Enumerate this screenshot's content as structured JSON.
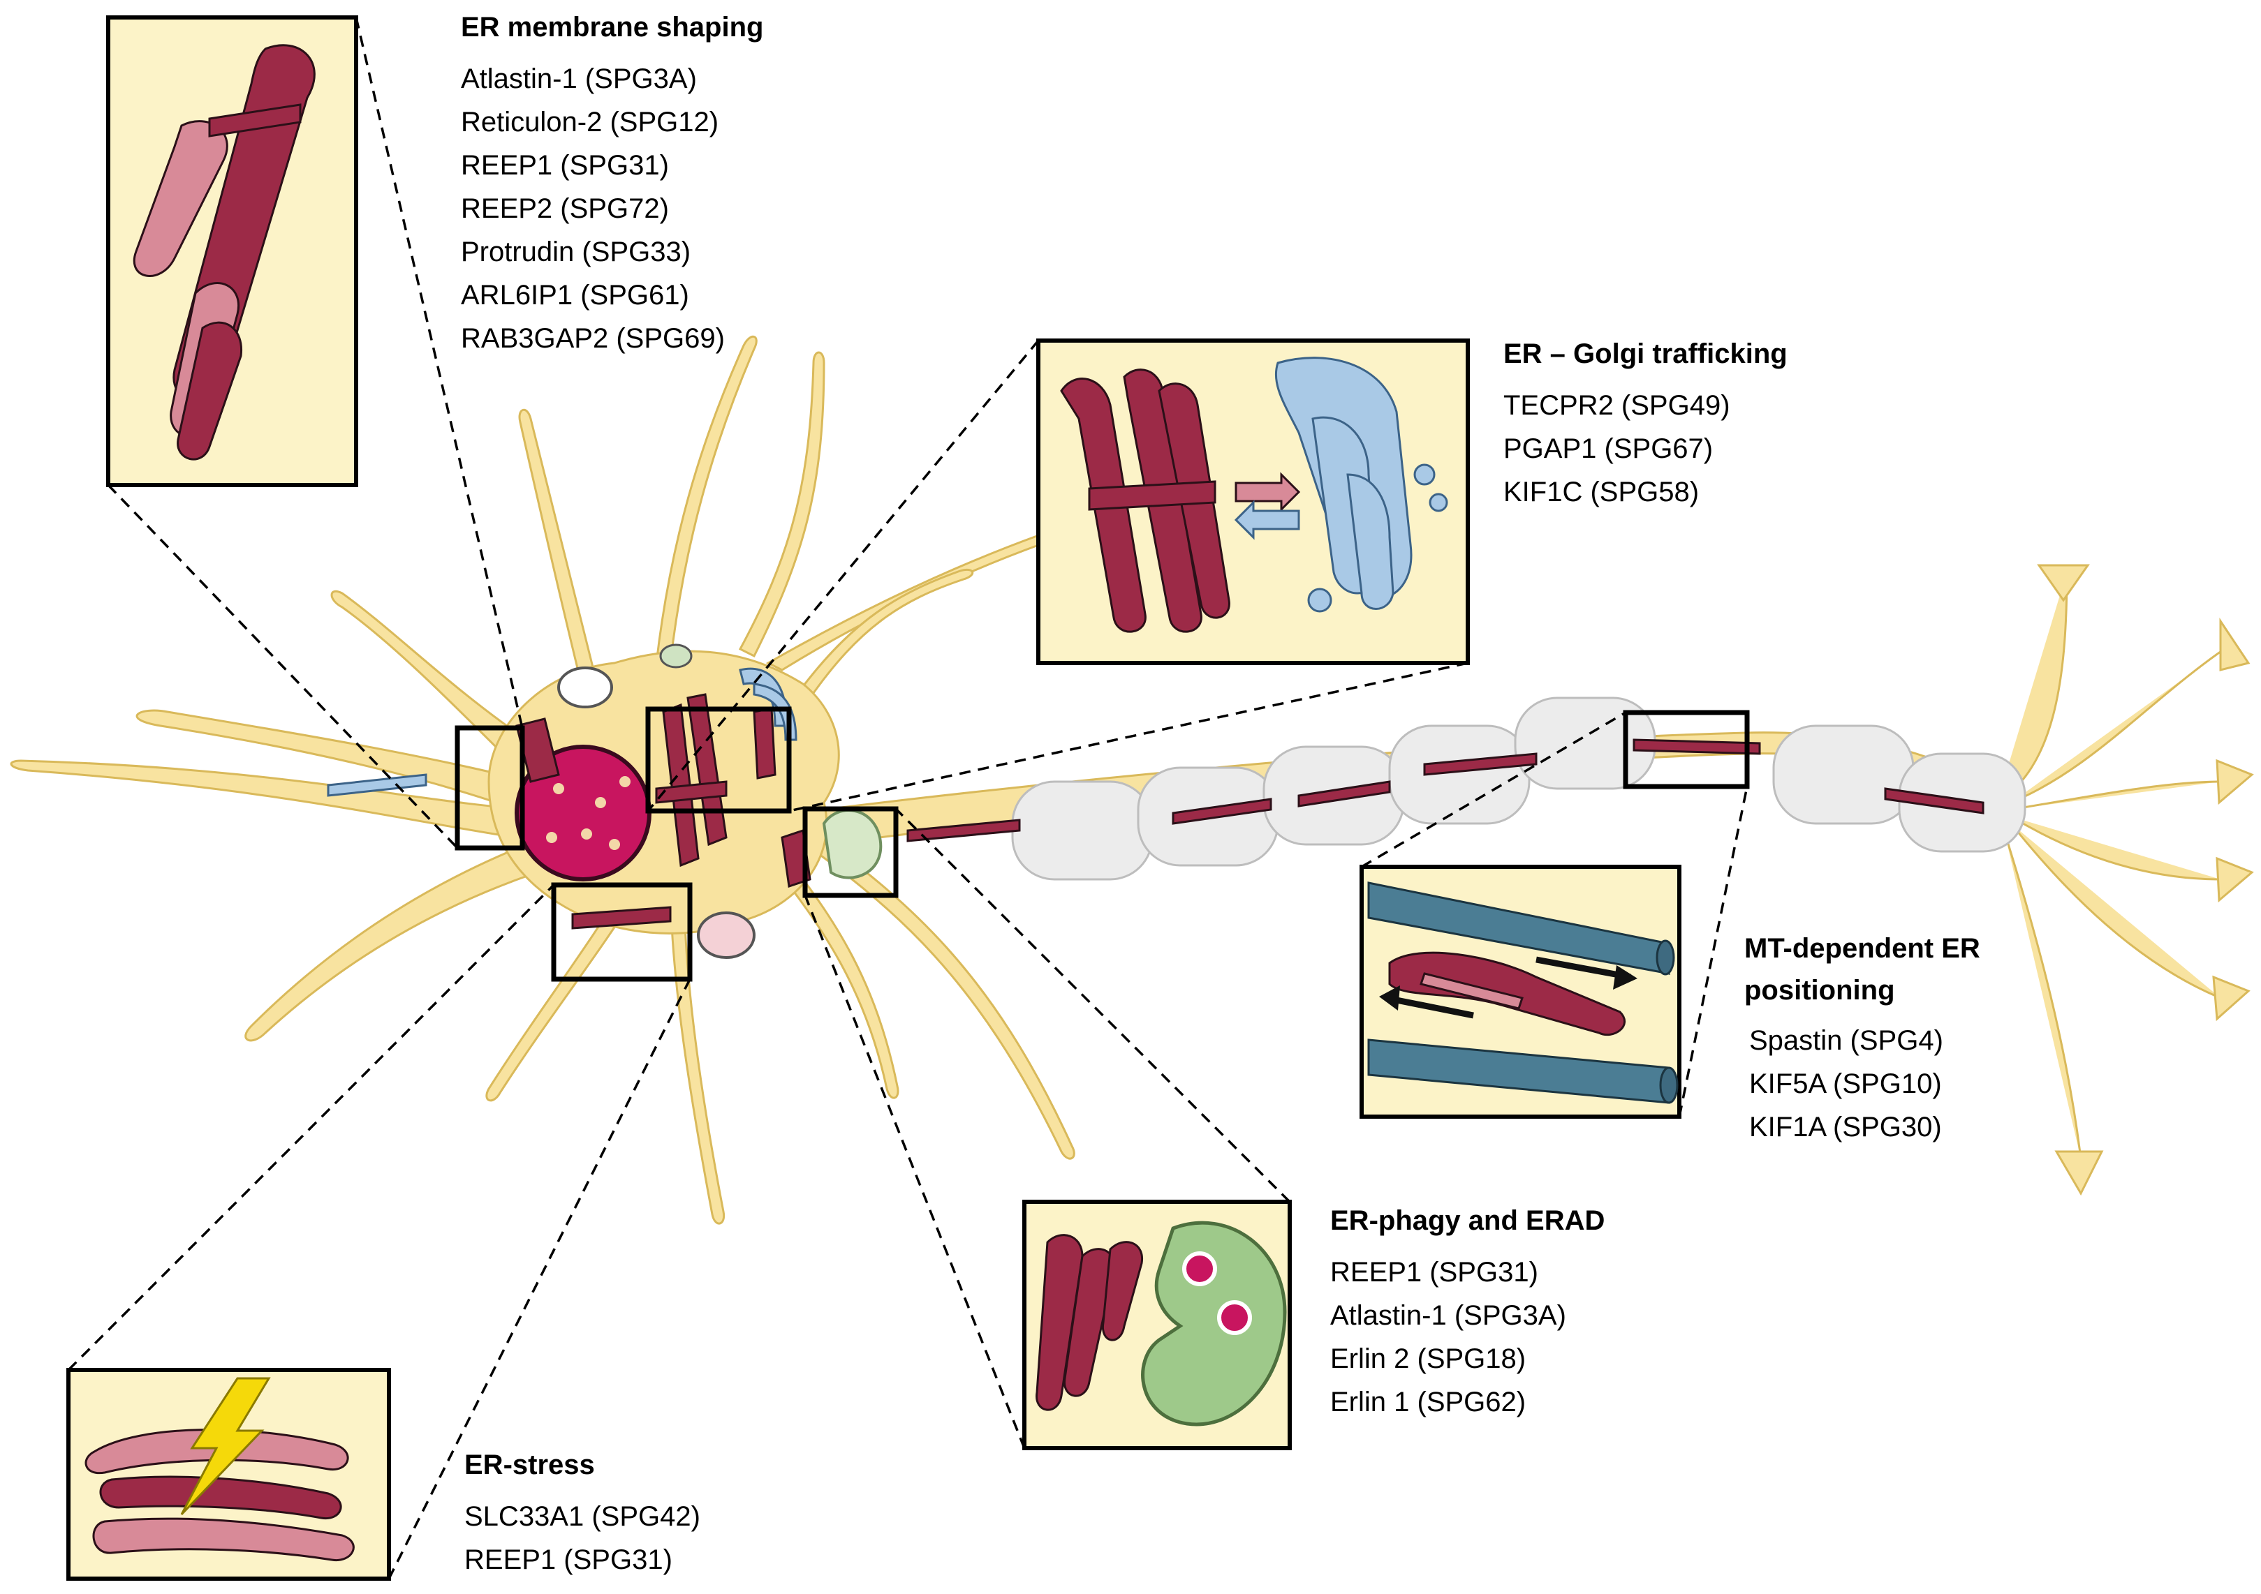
{
  "panels": {
    "membrane_shaping": {
      "title": "ER membrane shaping",
      "items": [
        "Atlastin-1 (SPG3A)",
        "Reticulon-2 (SPG12)",
        "REEP1 (SPG31)",
        "REEP2 (SPG72)",
        "Protrudin (SPG33)",
        "ARL6IP1 (SPG61)",
        "RAB3GAP2 (SPG69)"
      ]
    },
    "golgi_trafficking": {
      "title": "ER – Golgi trafficking",
      "items": [
        "TECPR2 (SPG49)",
        "PGAP1 (SPG67)",
        "KIF1C (SPG58)"
      ]
    },
    "mt_positioning": {
      "title_line1": "MT-dependent ER",
      "title_line2": "positioning",
      "items": [
        "Spastin (SPG4)",
        "KIF5A (SPG10)",
        "KIF1A (SPG30)"
      ]
    },
    "erphagy_erad": {
      "title": "ER-phagy and ERAD",
      "items": [
        "REEP1 (SPG31)",
        "Atlastin-1 (SPG3A)",
        "Erlin 2 (SPG18)",
        "Erlin 1 (SPG62)"
      ]
    },
    "er_stress": {
      "title": "ER-stress",
      "items": [
        "SLC33A1 (SPG42)",
        "REEP1 (SPG31)"
      ]
    }
  },
  "colors": {
    "er": "#9c2a47",
    "cytoplasm": "#f8e3a0",
    "nucleus": "#c8155f",
    "golgi": "#a9c9e6",
    "inset_background": "#fcf3c8",
    "lysosome": "#9ec98a"
  }
}
